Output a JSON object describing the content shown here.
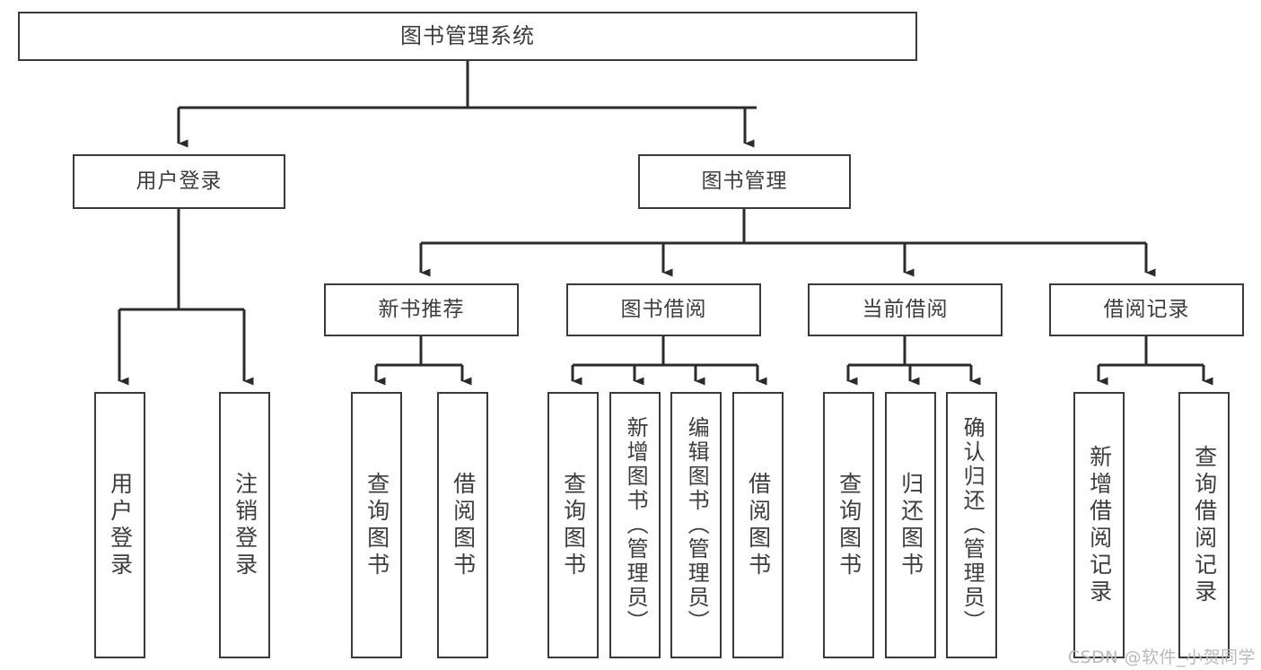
{
  "title": "图书管理系统",
  "watermark": "CSDN @软件_小贺同学",
  "colors": {
    "box_border": "#3a3a3a",
    "box_fill": "#ffffff",
    "connector": "#2b2b2b",
    "text": "#3d3d3d",
    "watermark": "#b9b9b9",
    "background": "#ffffff"
  },
  "chart_data": {
    "type": "diagram",
    "diagram_kind": "tree",
    "title": "图书管理系统",
    "orientation": "top-down",
    "levels": 4,
    "nodes": [
      {
        "id": "root",
        "label": "图书管理系统",
        "level": 0,
        "parent": null
      },
      {
        "id": "login",
        "label": "用户登录",
        "level": 1,
        "parent": "root"
      },
      {
        "id": "bookmgr",
        "label": "图书管理",
        "level": 1,
        "parent": "root"
      },
      {
        "id": "newbook",
        "label": "新书推荐",
        "level": 2,
        "parent": "bookmgr"
      },
      {
        "id": "borrow",
        "label": "图书借阅",
        "level": 2,
        "parent": "bookmgr"
      },
      {
        "id": "current",
        "label": "当前借阅",
        "level": 2,
        "parent": "bookmgr"
      },
      {
        "id": "records",
        "label": "借阅记录",
        "level": 2,
        "parent": "bookmgr"
      },
      {
        "id": "leaf1",
        "label": "用户登录",
        "level": 3,
        "parent": "login"
      },
      {
        "id": "leaf2",
        "label": "注销登录",
        "level": 3,
        "parent": "login"
      },
      {
        "id": "leaf3",
        "label": "查询图书",
        "level": 3,
        "parent": "newbook"
      },
      {
        "id": "leaf4",
        "label": "借阅图书",
        "level": 3,
        "parent": "newbook"
      },
      {
        "id": "leaf5",
        "label": "查询图书",
        "level": 3,
        "parent": "borrow"
      },
      {
        "id": "leaf6",
        "label": "新增图书（管理员）",
        "level": 3,
        "parent": "borrow"
      },
      {
        "id": "leaf7",
        "label": "编辑图书（管理员）",
        "level": 3,
        "parent": "borrow"
      },
      {
        "id": "leaf8",
        "label": "借阅图书",
        "level": 3,
        "parent": "borrow"
      },
      {
        "id": "leaf9",
        "label": "查询图书",
        "level": 3,
        "parent": "current"
      },
      {
        "id": "leaf10",
        "label": "归还图书",
        "level": 3,
        "parent": "current"
      },
      {
        "id": "leaf11",
        "label": "确认归还（管理员）",
        "level": 3,
        "parent": "current"
      },
      {
        "id": "leaf12",
        "label": "新增借阅记录",
        "level": 3,
        "parent": "records"
      },
      {
        "id": "leaf13",
        "label": "查询借阅记录",
        "level": 3,
        "parent": "records"
      }
    ]
  },
  "nodes": {
    "root": "图书管理系统",
    "login": "用户登录",
    "bookmgr": "图书管理",
    "newbook": "新书推荐",
    "borrow": "图书借阅",
    "current": "当前借阅",
    "records": "借阅记录",
    "leaf1": "用户登录",
    "leaf2": "注销登录",
    "leaf3": "查询图书",
    "leaf4": "借阅图书",
    "leaf5": "查询图书",
    "leaf6": "新增图书（管理员）",
    "leaf7": "编辑图书（管理员）",
    "leaf8": "借阅图书",
    "leaf9": "查询图书",
    "leaf10": "归还图书",
    "leaf11": "确认归还（管理员）",
    "leaf12": "新增借阅记录",
    "leaf13": "查询借阅记录"
  }
}
